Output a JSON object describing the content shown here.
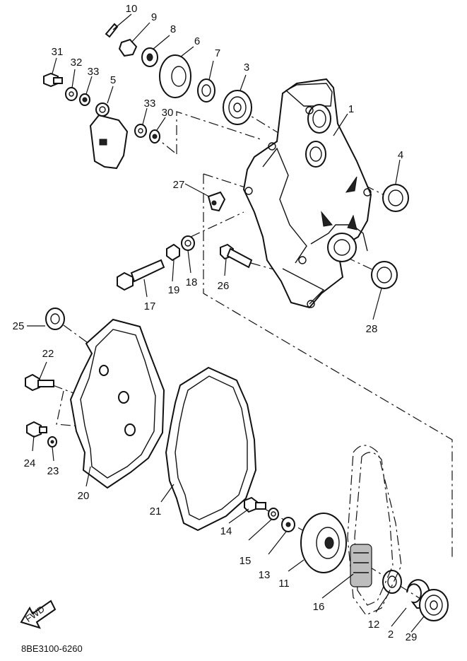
{
  "diagram_code": "8BE3100-6260",
  "fwd_label": "FWD",
  "callouts": {
    "c1": "1",
    "c2": "2",
    "c3": "3",
    "c4": "4",
    "c5": "5",
    "c6": "6",
    "c7": "7",
    "c8": "8",
    "c9": "9",
    "c10": "10",
    "c11": "11",
    "c12": "12",
    "c13": "13",
    "c14": "14",
    "c15": "15",
    "c16": "16",
    "c17": "17",
    "c18": "18",
    "c19": "19",
    "c20": "20",
    "c21": "21",
    "c22": "22",
    "c23": "23",
    "c24": "24",
    "c25": "25",
    "c26": "26",
    "c27": "27",
    "c28": "28",
    "c29": "29",
    "c30": "30",
    "c31": "31",
    "c32": "32",
    "c33a": "33",
    "c33b": "33"
  }
}
